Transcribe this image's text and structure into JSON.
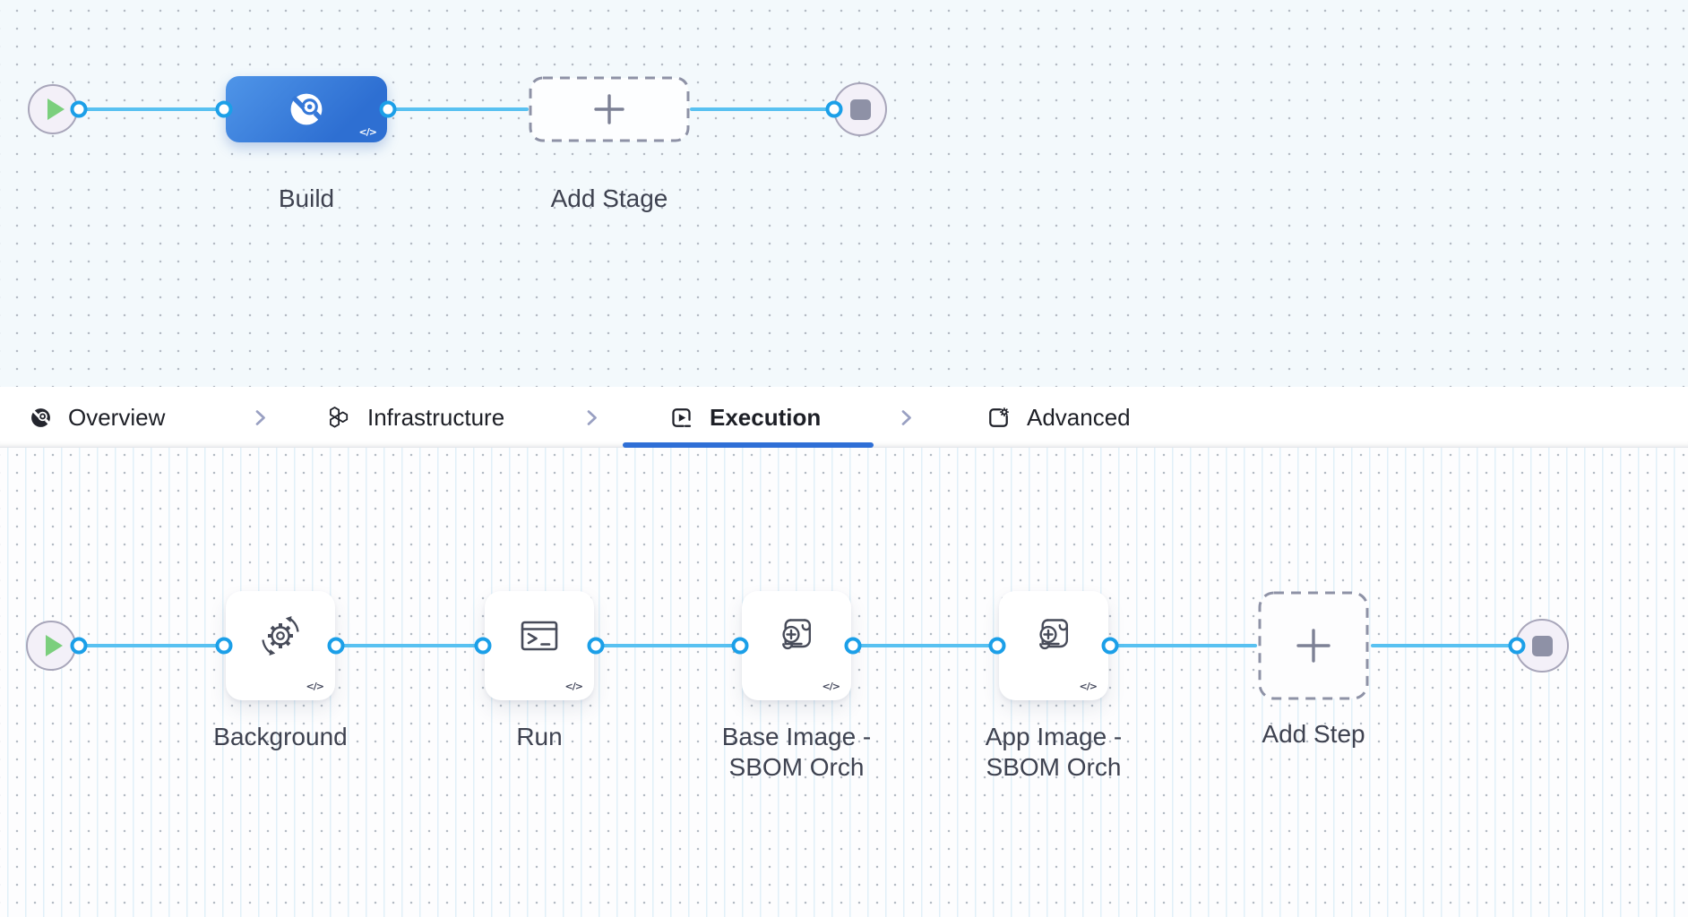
{
  "stage_canvas": {
    "nodes": [
      {
        "type": "start",
        "icon": "play-icon"
      },
      {
        "type": "stage",
        "label": "Build",
        "icon": "build-stage-icon",
        "code_toggle": "</>"
      },
      {
        "type": "add-stage",
        "label": "Add Stage",
        "icon": "plus-icon"
      },
      {
        "type": "end",
        "icon": "stop-icon"
      }
    ]
  },
  "tabs": {
    "items": [
      {
        "label": "Overview",
        "icon": "pipeline-overview-icon",
        "active": false
      },
      {
        "label": "Infrastructure",
        "icon": "infrastructure-icon",
        "active": false
      },
      {
        "label": "Execution",
        "icon": "execution-icon",
        "active": true
      },
      {
        "label": "Advanced",
        "icon": "advanced-icon",
        "active": false
      }
    ],
    "separator_icon": "chevron-right-icon"
  },
  "execution_canvas": {
    "steps": [
      {
        "label": "Background",
        "icon": "sync-gear-icon",
        "code_toggle": "</>"
      },
      {
        "label": "Run",
        "icon": "terminal-icon",
        "code_toggle": "</>"
      },
      {
        "label": "Base Image - SBOM Orch",
        "icon": "script-plus-icon",
        "code_toggle": "</>"
      },
      {
        "label": "App Image - SBOM Orch",
        "icon": "script-plus-icon",
        "code_toggle": "</>"
      }
    ],
    "add_step": {
      "label": "Add Step",
      "icon": "plus-icon"
    },
    "start_icon": "play-icon",
    "end_icon": "stop-icon"
  },
  "colors": {
    "accent_blue": "#2f6fd6",
    "edge_blue": "#58c1f1",
    "port_ring_blue": "#1b9fe8",
    "stage_gradient": [
      "#4f95e8",
      "#2e6fd2"
    ],
    "canvas_top_bg": "#f3f9fc",
    "canvas_bottom_bg": "#fdfdfe",
    "play_green": "#7bcf7d",
    "stop_gray": "#8e91a6",
    "dashed_border": "#8e92a6",
    "label_text": "#3e4250",
    "tab_text": "#1d1f26"
  }
}
